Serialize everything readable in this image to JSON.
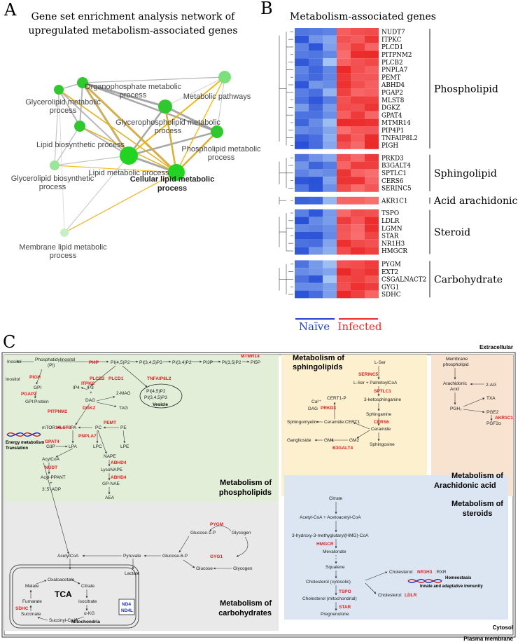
{
  "panel_a": {
    "letter": "A",
    "title_line1": "Gene set enrichment analysis network of",
    "title_line2": "upregulated metabolism-associated genes",
    "nodes": [
      {
        "id": "op",
        "label_line1": "Organophosphate metabolic",
        "label_line2": "process",
        "color": "#2fc92f"
      },
      {
        "id": "mp",
        "label_line1": "Metabolic pathways",
        "label_line2": "",
        "color": "#7be07b"
      },
      {
        "id": "gl",
        "label_line1": "Glycerolipid metabolic",
        "label_line2": "process",
        "color": "#2fc92f"
      },
      {
        "id": "gp",
        "label_line1": "Glycerophospholipid metabolic",
        "label_line2": "process",
        "color": "#2fc92f"
      },
      {
        "id": "lb",
        "label_line1": "Lipid biosynthetic process",
        "label_line2": "",
        "color": "#2fc92f"
      },
      {
        "id": "pl",
        "label_line1": "Phospholipid metabolic",
        "label_line2": "process",
        "color": "#2fc92f"
      },
      {
        "id": "lm",
        "label_line1": "Lipid metabolic process",
        "label_line2": "",
        "color": "#22d422"
      },
      {
        "id": "cl",
        "label_line1": "Cellular lipid metabolic",
        "label_line2": "process",
        "color": "#22d422"
      },
      {
        "id": "gb",
        "label_line1": "Glycerolipid biosynthetic",
        "label_line2": "process",
        "color": "#9ae59a"
      },
      {
        "id": "ml",
        "label_line1": "Membrane lipid metabolic",
        "label_line2": "process",
        "color": "#c4f0c4"
      }
    ]
  },
  "panel_b": {
    "letter": "B",
    "title": "Metabolism-associated genes",
    "groups": [
      {
        "name": "Phospholipid",
        "genes": [
          "NUDT7",
          "ITPKC",
          "PLCD1",
          "PITPNM2",
          "PLCB2",
          "PNPLA7",
          "PEMT",
          "ABHD4",
          "PGAP2",
          "MLST8",
          "DGKZ",
          "GPAT4",
          "MTMR14",
          "PIP4P1",
          "TNFAIP8L2",
          "PIGH"
        ]
      },
      {
        "name": "Sphingolipid",
        "genes": [
          "PRKD3",
          "B3GALT4",
          "SPTLC1",
          "CERS6",
          "SERINC5"
        ]
      },
      {
        "name": "Acid arachidonic",
        "genes": [
          "AKR1C1"
        ]
      },
      {
        "name": "Steroid",
        "genes": [
          "TSPO",
          "LDLR",
          "LGMN",
          "STAR",
          "NR1H3",
          "HMGCR"
        ]
      },
      {
        "name": "Carbohydrate",
        "genes": [
          "PYGM",
          "EXT2",
          "CSGALNACT2",
          "GYG1",
          "SDHC"
        ]
      }
    ],
    "condition_naive": "Naïve",
    "condition_infected": "Infected",
    "naive_color": "#1f3fd0",
    "infected_color": "#e82a2a"
  },
  "panel_c": {
    "letter": "C",
    "extracellular": "Extracellular",
    "cytosol": "Cytosol",
    "plasma_membrane": "Plasma membrane",
    "phospholipid_title_1": "Metabolism of",
    "phospholipid_title_2": "phospholipids",
    "sphingolipid_title_1": "Metabolism of",
    "sphingolipid_title_2": "sphingolipids",
    "arachidonic_title_1": "Metabolism of",
    "arachidonic_title_2": "Arachidonic acid",
    "steroid_title_1": "Metabolism of",
    "steroid_title_2": "steroids",
    "carbohydrate_title_1": "Metabolism of",
    "carbohydrate_title_2": "carbohydrates",
    "tca": "TCA",
    "mitochondria": "Mitochondria",
    "vesicle": "Vesicle",
    "energy_1": "Energy metabolism",
    "energy_2": "Translation",
    "homeostasis_1": "Homeostasis",
    "homeostasis_2": "Innate and adaptative immunity",
    "metabolites": {
      "inositol_top": "Inositol",
      "pi_line1": "Phosphatidylinositol",
      "pi_line2": "(PI)",
      "pi45p2": "PI(4,5)P2",
      "pi345p3": "PI(3,4,5)P3",
      "pi34p2": "PI(3,4)P2",
      "pi3p": "PI3P",
      "pi35p2": "PI(3,5)P2",
      "pi5p": "PI5P",
      "inositol_left": "Inositol",
      "gpi": "GPI",
      "gpi_protein": "GPI:Protein",
      "ip4": "IP4",
      "ip3": "IP3",
      "plus": "+",
      "dag": "DAG",
      "mag2": "2-MAG",
      "tag": "TAG",
      "ves_1": "PI(4,5)P2",
      "ves_2": "PI(3,4,5)P3",
      "mtor": "mTOR:",
      "pa": "PA",
      "pc": "PC",
      "pe": "PE",
      "g3p": "G3P",
      "lpa": "LPA",
      "lpc": "LPC",
      "lpe": "LPE",
      "acylcoa": "AcylCoA",
      "acyl_ppant": "Acyl-PPANT",
      "adp": "3',5'-ADP",
      "nape": "NAPE",
      "lysonape": "LysoNAPE",
      "gp_nae": "GP-NAE",
      "aea": "AEA",
      "lser": "L-Ser",
      "lser_palm": "L-Ser + PalmitoylCoA",
      "ketosph": "3-ketosphinganine",
      "sphinganine": "Sphinganine",
      "ceramide": "Ceramide",
      "sphingosine": "Sphingosine",
      "ca": "Ca²⁺",
      "cert1p": "CERT1-P",
      "sphingomyelin": "Sphingomyelin",
      "ceramide_cert1": "Ceramide:CERT1",
      "ganglioside": "Ganglioside",
      "gm1": "GM1",
      "gm2": "GM2",
      "mem_phos_1": "Membrane",
      "mem_phos_2": "phospholipid",
      "arach_1": "Arachidonic",
      "arach_2": "Acid",
      "ag2": "2-AG",
      "txa": "TXA",
      "pgh2": "PGH₂",
      "pge2": "PGE2",
      "pgf2a": "PGF2α",
      "citrate_st": "Citrate",
      "acetyl_aceto": "Acetyl-CoA + Acetoacetyl-CoA",
      "hmg": "3-hydroxy-3-methyglutaryl(HMG)-CoA",
      "mevalonate": "Mevalonate",
      "squalene": "Squalene",
      "chol_cyto": "Cholesterol (cytosolic)",
      "chol_mito": "Cholesterol (mitochondrial)",
      "pregnenolone": "Pregnenolone",
      "chol_nr": "Cholesterol:",
      "rxr": ":RXR",
      "chol_ld": "Cholesterol:",
      "acetylcoa": "AcetylCoA",
      "pyruvate": "Pyruvate",
      "lactate": "Lactate",
      "glucose6p": "Glucose-6-P",
      "glucose1p": "Glucose-1-P",
      "glycogen": "Glycogen",
      "glucose": "Glucose",
      "glycogen2": "Glycogen",
      "oxaloacetate": "Oxaloacetate",
      "malate": "Malate",
      "citrate": "Citrate",
      "fumarate": "Fumarate",
      "isocitrate": "Isocitrate",
      "succinate": "Succinate",
      "akg": "α-KG",
      "succinylcoa": "Succinyl-CoA",
      "nd4": "ND4",
      "nd4l": "ND4L"
    },
    "enzymes": {
      "pi4p": "PI4P",
      "mtmr14": "MTMR14",
      "pigh": "PIGH",
      "pgap2": "PGAP2",
      "plcb2": "PLCB2",
      "plcd1": "PLCD1",
      "tnfaip8l2": "TNFAIP8L2",
      "itpkc": "ITPKC",
      "dgkz": "DGKZ",
      "pitpnm2": "PITPNM2",
      "mlst8": "MLST8",
      "pemt": "PEMT",
      "pnpla7": "PNPLA7",
      "gpat4": "GPAT4",
      "nudt": "NUDT",
      "abhd4_a": "ABHD4",
      "abhd4_b": "ABHD4",
      "serinc5": "SERINC5",
      "sptlc1": "SPTLC1",
      "cers6": "CERS6",
      "prkd3": "PRKD3",
      "b3galt4": "B3GALT4",
      "akr1c1": "AKR1C1",
      "hmgcr": "HMGCR",
      "nr1h3": "NR1H3",
      "tspo": "TSPO",
      "star": "STAR",
      "ldlr": "LDLR",
      "pygm": "PYGM",
      "gyg1": "GYG1",
      "sdhc": "SDHC"
    }
  }
}
